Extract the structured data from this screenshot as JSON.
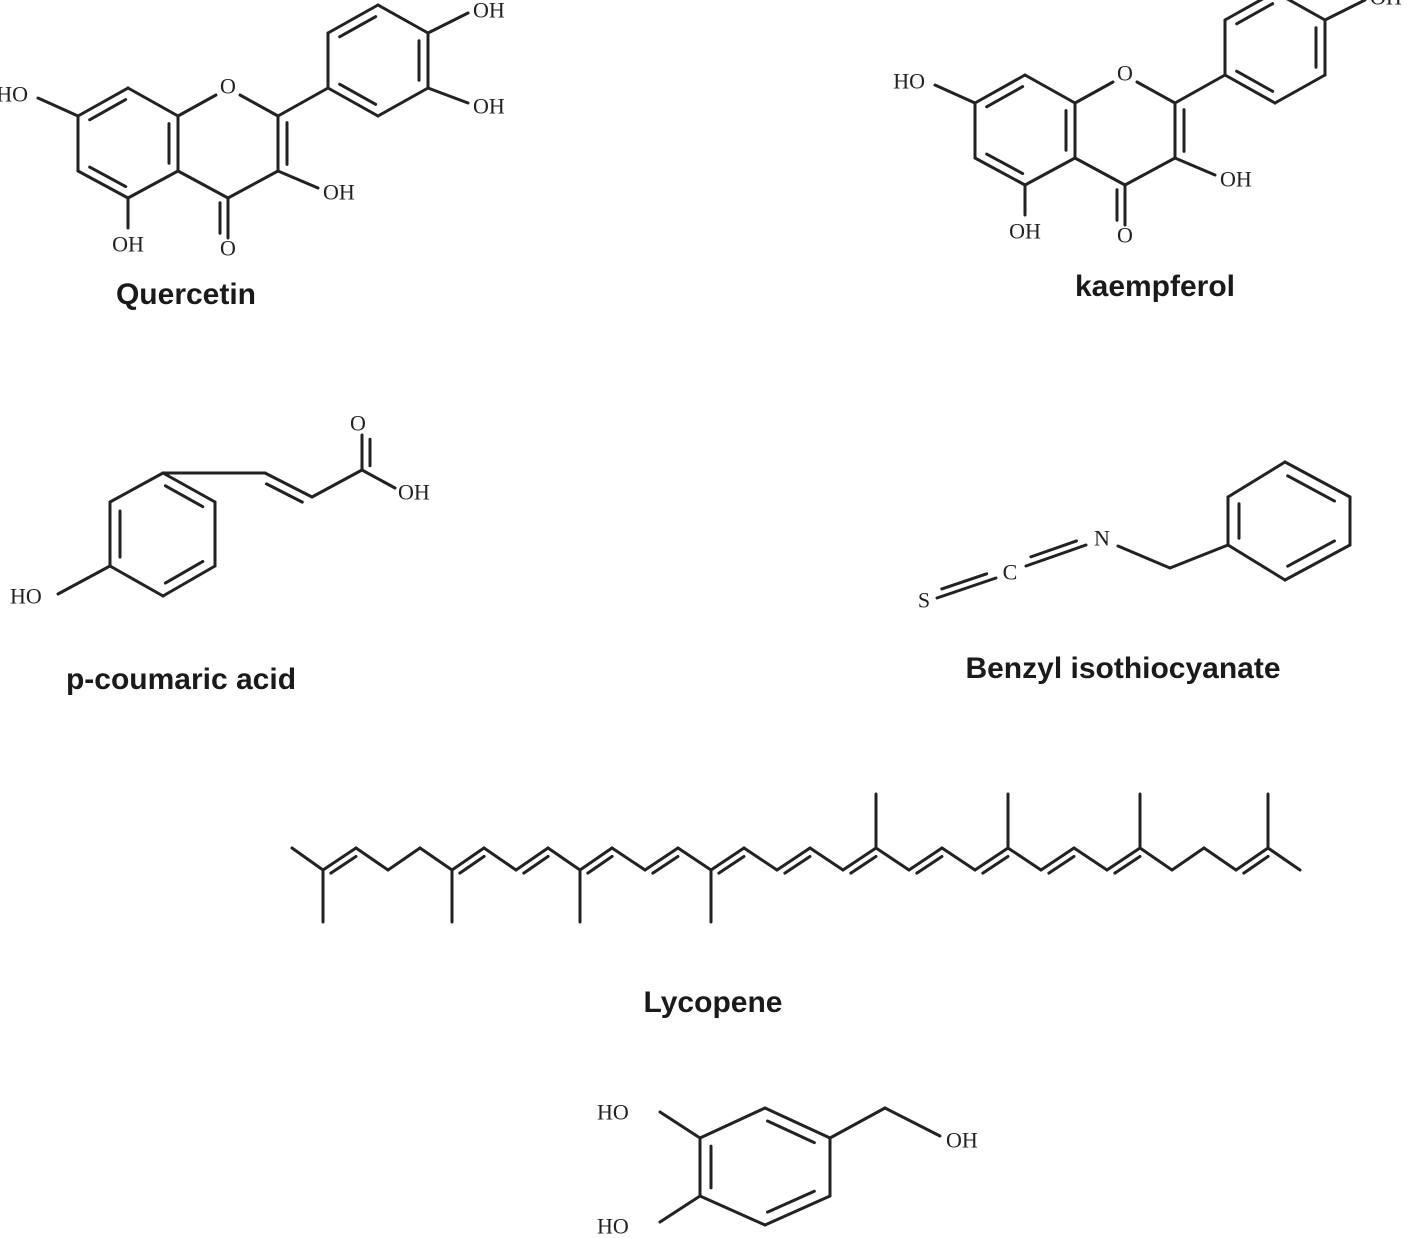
{
  "molecules": [
    {
      "id": "quercetin",
      "name": "Quercetin",
      "atom_labels": {
        "HO7": "HO",
        "O1": "O",
        "OH3p": "OH",
        "OH4p": "OH",
        "OH3": "OH",
        "OH5": "OH",
        "O4": "O"
      }
    },
    {
      "id": "kaempferol",
      "name": "kaempferol",
      "atom_labels": {
        "HO7": "HO",
        "O1": "O",
        "OH4p": "OH",
        "OH3": "OH",
        "OH5": "OH",
        "O4": "O"
      }
    },
    {
      "id": "p-coumaric-acid",
      "name": "p-coumaric acid",
      "atom_labels": {
        "O": "O",
        "OH": "OH",
        "HO": "HO"
      }
    },
    {
      "id": "benzyl-isothiocyanate",
      "name": "Benzyl  isothiocyanate",
      "atom_labels": {
        "S": "S",
        "C": "C",
        "N": "N"
      }
    },
    {
      "id": "lycopene",
      "name": "Lycopene",
      "atom_labels": {}
    },
    {
      "id": "dihydroxybenzyl-alcohol",
      "name": "",
      "atom_labels": {
        "HO3": "HO",
        "HO4": "HO",
        "OH": "OH"
      }
    }
  ]
}
